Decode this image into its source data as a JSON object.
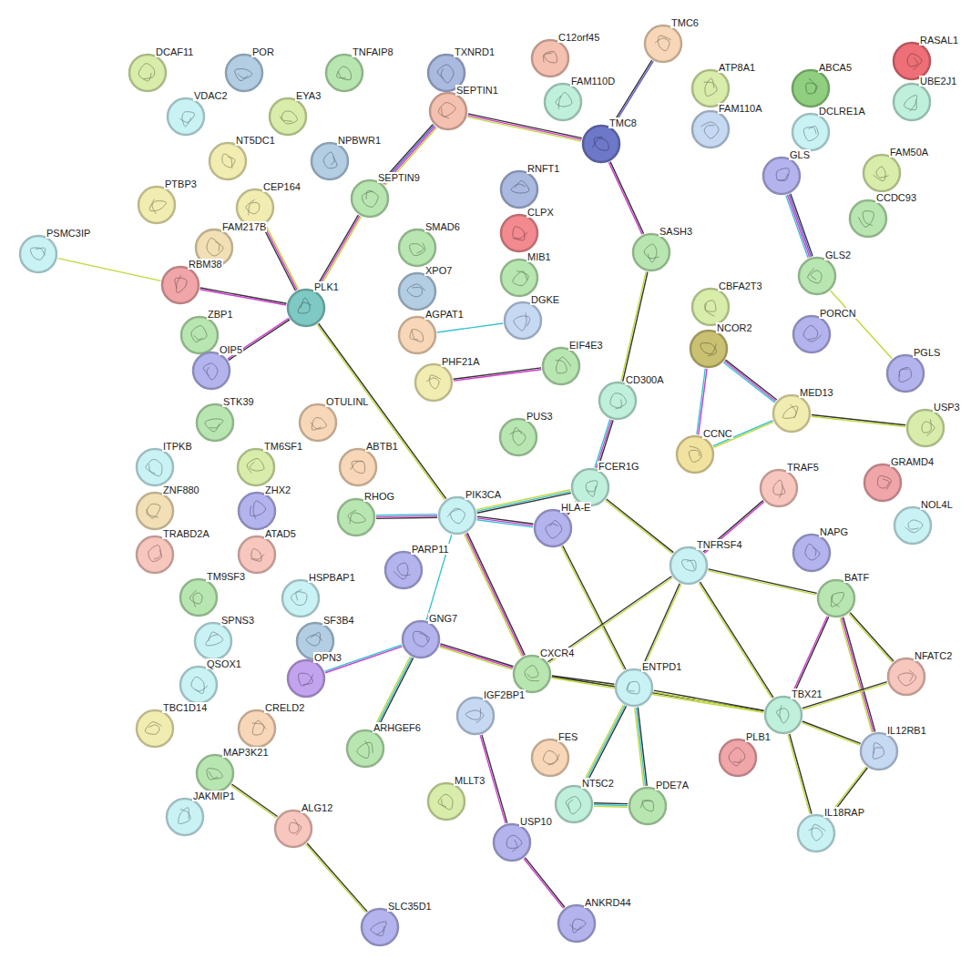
{
  "diagram": {
    "nodes": [
      {
        "text": [
          "DCAF11"
        ]
      },
      {
        "text": [
          "POR"
        ]
      },
      {
        "text": [
          "TNFAIP8"
        ]
      },
      {
        "text": [
          "TXNRD1"
        ]
      },
      {
        "text": [
          "C12orf45"
        ]
      },
      {
        "text": [
          "TMC6"
        ]
      },
      {
        "text": [
          "ATP8A1"
        ]
      },
      {
        "text": [
          "ABCA5"
        ]
      },
      {
        "text": [
          "RASAL1"
        ]
      },
      {
        "text": [
          "UBE2J1"
        ]
      },
      {
        "text": [
          "VDAC2"
        ]
      },
      {
        "text": [
          "EYA3"
        ]
      },
      {
        "text": [
          "SEPTIN1"
        ]
      },
      {
        "text": [
          "FAM110D"
        ]
      },
      {
        "text": [
          "TMC8"
        ]
      },
      {
        "text": [
          "FAM110A"
        ]
      },
      {
        "text": [
          "DCLRE1A"
        ]
      },
      {
        "text": [
          "NT5DC1"
        ]
      },
      {
        "text": [
          "NPBWR1"
        ]
      },
      {
        "text": [
          "GLS"
        ]
      },
      {
        "text": [
          "FAM50A"
        ]
      },
      {
        "text": [
          "CCDC93"
        ]
      },
      {
        "text": [
          "PTBP3"
        ]
      },
      {
        "text": [
          "CEP164"
        ]
      },
      {
        "text": [
          "SEPTIN9"
        ]
      },
      {
        "text": [
          "RNFT1"
        ]
      },
      {
        "text": [
          "PSMC3IP"
        ]
      },
      {
        "text": [
          "FAM217B"
        ]
      },
      {
        "text": [
          "SMAD6"
        ]
      },
      {
        "text": [
          "CLPX"
        ]
      },
      {
        "text": [
          "SASH3"
        ]
      },
      {
        "text": [
          "CBFA2T3"
        ]
      },
      {
        "text": [
          "GLS2"
        ]
      },
      {
        "text": [
          "RBM38"
        ]
      },
      {
        "text": [
          "PLK1"
        ]
      },
      {
        "text": [
          "XPO7"
        ]
      },
      {
        "text": [
          "MIB1"
        ]
      },
      {
        "text": [
          "DGKE"
        ]
      },
      {
        "text": [
          "NCOR2"
        ]
      },
      {
        "text": [
          "PORCN"
        ]
      },
      {
        "text": [
          "ZBP1"
        ]
      },
      {
        "text": [
          "AGPAT1"
        ]
      },
      {
        "text": [
          "OIP5"
        ]
      },
      {
        "text": [
          "PGLS"
        ]
      },
      {
        "text": [
          "PHF21A"
        ]
      },
      {
        "text": [
          "EIF4E3"
        ]
      },
      {
        "text": [
          "MED13"
        ]
      },
      {
        "text": [
          "USP3"
        ]
      },
      {
        "text": [
          "CD300A"
        ]
      },
      {
        "text": [
          "STK39"
        ]
      },
      {
        "text": [
          "OTULINL"
        ]
      },
      {
        "text": [
          "ITPKB"
        ]
      },
      {
        "text": [
          "TM6SF1"
        ]
      },
      {
        "text": [
          "ABTB1"
        ]
      },
      {
        "text": [
          "PUS3"
        ]
      },
      {
        "text": [
          "CCNC"
        ]
      },
      {
        "text": [
          "GRAMD4"
        ]
      },
      {
        "text": [
          "TRAF5"
        ]
      },
      {
        "text": [
          "FCER1G"
        ]
      },
      {
        "text": [
          "NOL4L"
        ]
      },
      {
        "text": [
          "ZNF880"
        ]
      },
      {
        "text": [
          "ZHX2"
        ]
      },
      {
        "text": [
          "RHOG"
        ]
      },
      {
        "text": [
          "PIK3CA"
        ]
      },
      {
        "text": [
          "HLA-E"
        ]
      },
      {
        "text": [
          "TNFRSF4"
        ]
      },
      {
        "text": [
          "NAPG"
        ]
      },
      {
        "text": [
          "TRABD2A"
        ]
      },
      {
        "text": [
          "ATAD5"
        ]
      },
      {
        "text": [
          "PARP11"
        ]
      },
      {
        "text": [
          "BATF"
        ]
      },
      {
        "text": [
          "TM9SF3"
        ]
      },
      {
        "text": [
          "HSPBAP1"
        ]
      },
      {
        "text": [
          "SPNS3"
        ]
      },
      {
        "text": [
          "SF3B4"
        ]
      },
      {
        "text": [
          "GNG7"
        ]
      },
      {
        "text": [
          "NFATC2"
        ]
      },
      {
        "text": [
          "OPN3"
        ]
      },
      {
        "text": [
          "QSOX1"
        ]
      },
      {
        "text": [
          "CXCR4"
        ]
      },
      {
        "text": [
          "ENTPD1"
        ]
      },
      {
        "text": [
          "TBX21"
        ]
      },
      {
        "text": [
          "IL12RB1"
        ]
      },
      {
        "text": [
          "TBC1D14"
        ]
      },
      {
        "text": [
          "CRELD2"
        ]
      },
      {
        "text": [
          "ARHGEF6"
        ]
      },
      {
        "text": [
          "IGF2BP1"
        ]
      },
      {
        "text": [
          "FES"
        ]
      },
      {
        "text": [
          "PLB1"
        ]
      },
      {
        "text": [
          "MAP3K21"
        ]
      },
      {
        "text": [
          "MLLT3"
        ]
      },
      {
        "text": [
          "NT5C2"
        ]
      },
      {
        "text": [
          "PDE7A"
        ]
      },
      {
        "text": [
          "IL18RAP"
        ]
      },
      {
        "text": [
          "JAKMIP1"
        ]
      },
      {
        "text": [
          "ALG12"
        ]
      },
      {
        "text": [
          "USP10"
        ]
      },
      {
        "text": [
          "SLC35D1"
        ]
      },
      {
        "text": [
          "ANKRD44"
        ]
      }
    ],
    "edges": [
      {
        "from": 26,
        "to": 33,
        "arrow": "none"
      },
      {
        "from": 33,
        "to": 34,
        "arrow": "none"
      },
      {
        "from": 34,
        "to": 23,
        "arrow": "none"
      },
      {
        "from": 34,
        "to": 42,
        "arrow": "none"
      },
      {
        "from": 34,
        "to": 24,
        "arrow": "none"
      },
      {
        "from": 24,
        "to": 12,
        "arrow": "none"
      },
      {
        "from": 12,
        "to": 14,
        "arrow": "none"
      },
      {
        "from": 14,
        "to": 5,
        "arrow": "none"
      },
      {
        "from": 14,
        "to": 30,
        "arrow": "none"
      },
      {
        "from": 30,
        "to": 48,
        "arrow": "none"
      },
      {
        "from": 48,
        "to": 58,
        "arrow": "none"
      },
      {
        "from": 58,
        "to": 63,
        "arrow": "none"
      },
      {
        "from": 58,
        "to": 64,
        "arrow": "none"
      },
      {
        "from": 58,
        "to": 65,
        "arrow": "none"
      },
      {
        "from": 34,
        "to": 63,
        "arrow": "none"
      },
      {
        "from": 63,
        "to": 62,
        "arrow": "none"
      },
      {
        "from": 63,
        "to": 64,
        "arrow": "none"
      },
      {
        "from": 63,
        "to": 75,
        "arrow": "none"
      },
      {
        "from": 63,
        "to": 79,
        "arrow": "none"
      },
      {
        "from": 64,
        "to": 80,
        "arrow": "none"
      },
      {
        "from": 75,
        "to": 77,
        "arrow": "none"
      },
      {
        "from": 75,
        "to": 85,
        "arrow": "none"
      },
      {
        "from": 75,
        "to": 79,
        "arrow": "none"
      },
      {
        "from": 79,
        "to": 80,
        "arrow": "none"
      },
      {
        "from": 79,
        "to": 65,
        "arrow": "none"
      },
      {
        "from": 79,
        "to": 81,
        "arrow": "none"
      },
      {
        "from": 80,
        "to": 65,
        "arrow": "none"
      },
      {
        "from": 80,
        "to": 81,
        "arrow": "none"
      },
      {
        "from": 80,
        "to": 91,
        "arrow": "none"
      },
      {
        "from": 80,
        "to": 92,
        "arrow": "none"
      },
      {
        "from": 91,
        "to": 92,
        "arrow": "none"
      },
      {
        "from": 65,
        "to": 57,
        "arrow": "none"
      },
      {
        "from": 65,
        "to": 70,
        "arrow": "none"
      },
      {
        "from": 65,
        "to": 81,
        "arrow": "none"
      },
      {
        "from": 70,
        "to": 81,
        "arrow": "none"
      },
      {
        "from": 70,
        "to": 76,
        "arrow": "none"
      },
      {
        "from": 70,
        "to": 82,
        "arrow": "none"
      },
      {
        "from": 81,
        "to": 76,
        "arrow": "none"
      },
      {
        "from": 81,
        "to": 82,
        "arrow": "none"
      },
      {
        "from": 81,
        "to": 93,
        "arrow": "none"
      },
      {
        "from": 82,
        "to": 93,
        "arrow": "none"
      },
      {
        "from": 86,
        "to": 96,
        "arrow": "none"
      },
      {
        "from": 96,
        "to": 98,
        "arrow": "none"
      },
      {
        "from": 89,
        "to": 95,
        "arrow": "none"
      },
      {
        "from": 95,
        "to": 97,
        "arrow": "none"
      },
      {
        "from": 41,
        "to": 37,
        "arrow": "none"
      },
      {
        "from": 44,
        "to": 45,
        "arrow": "none"
      },
      {
        "from": 19,
        "to": 32,
        "arrow": "none"
      },
      {
        "from": 32,
        "to": 43,
        "arrow": "none"
      },
      {
        "from": 38,
        "to": 55,
        "arrow": "none"
      },
      {
        "from": 38,
        "to": 46,
        "arrow": "none"
      },
      {
        "from": 55,
        "to": 46,
        "arrow": "none"
      },
      {
        "from": 46,
        "to": 47,
        "arrow": "none"
      }
    ]
  }
}
